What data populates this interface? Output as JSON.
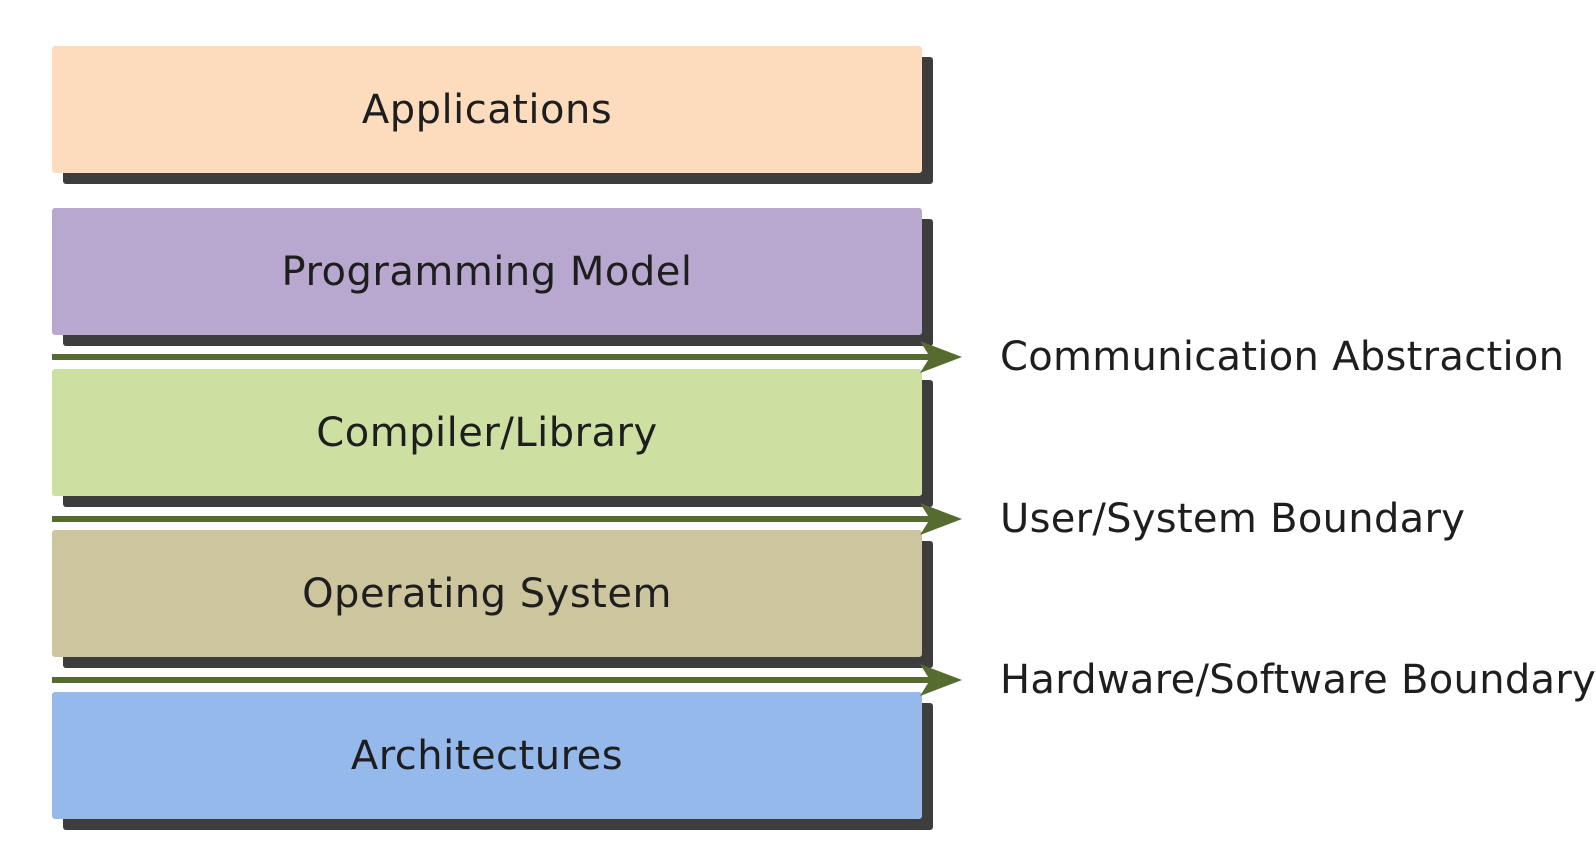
{
  "layers": [
    {
      "label": "Applications",
      "color": "#fddcbd"
    },
    {
      "label": "Programming Model",
      "color": "#b8a7cf"
    },
    {
      "label": "Compiler/Library",
      "color": "#cde0a2"
    },
    {
      "label": "Operating System",
      "color": "#cdc59d"
    },
    {
      "label": "Architectures",
      "color": "#96b9eb"
    }
  ],
  "boundaries": [
    {
      "label": "Communication Abstraction"
    },
    {
      "label": "User/System Boundary"
    },
    {
      "label": "Hardware/Software Boundary"
    }
  ],
  "colors": {
    "arrow": "#556b2f",
    "shadow": "#3d3d3d"
  }
}
